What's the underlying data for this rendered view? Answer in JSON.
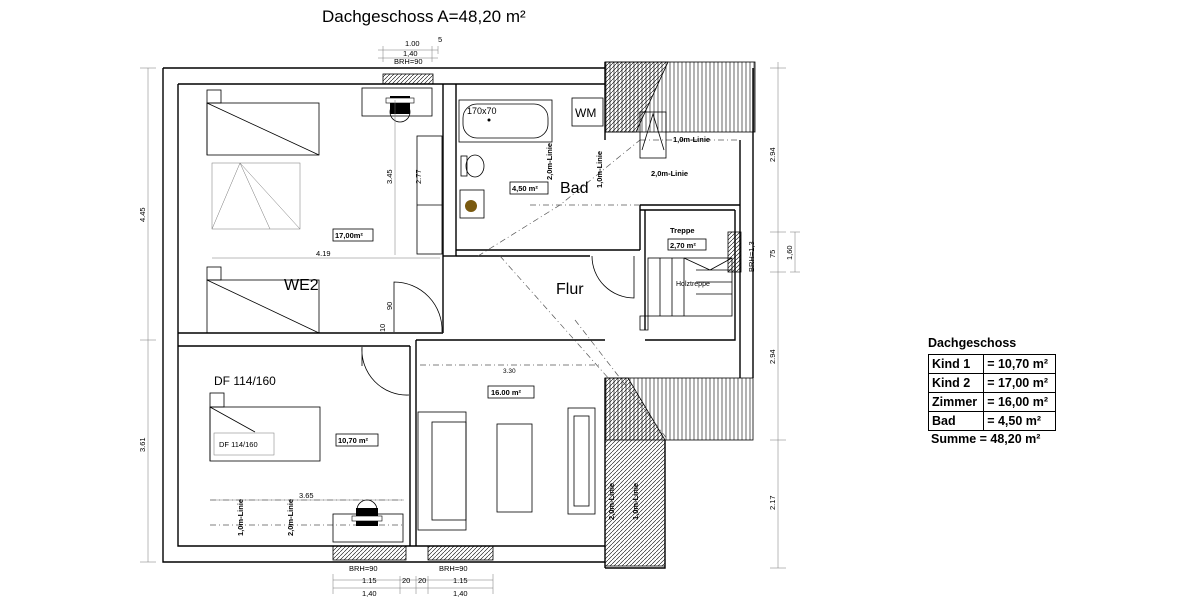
{
  "title": "Dachgeschoss A=48,20 m²",
  "rooms": {
    "we2_label": "WE2",
    "we2_area": "17,00m²",
    "bad_label": "Bad",
    "bad_area": "4,50 m²",
    "flur_label": "Flur",
    "treppe_label": "Treppe",
    "treppe_area": "2,70 m²",
    "holztreppe": "Holztreppe",
    "kind1_label": "DF 114/160",
    "kind1_area": "10,70 m²",
    "zimmer_area": "16.00 m²",
    "wm": "WM",
    "tub": "170x70",
    "bed_label": "DF 114/160"
  },
  "dims": {
    "top_100": "1.00",
    "top_5": "5",
    "top_140": "1,40",
    "top_brh": "BRH=90",
    "bottom_brh_left": "BRH=90",
    "bottom_brh_right": "BRH=90",
    "bottom_115_left": "1.15",
    "bottom_20_a": "20",
    "bottom_20_b": "20",
    "bottom_115_right": "1.15",
    "bottom_140_left": "1,40",
    "bottom_140_right": "1,40",
    "left_445": "4.45",
    "left_361": "3.61",
    "right_294_top": "2.94",
    "right_75": "75",
    "right_160": "1,60",
    "right_294_bottom": "2.94",
    "right_217": "2.17",
    "brh_13": "BRH=1,3",
    "we2_345": "3.45",
    "we2_277": "2.77",
    "we2_419": "4.19",
    "we2_90": "90",
    "we2_10": "10",
    "kind_365": "3.65",
    "zimmer_330": "3.30"
  },
  "lines": {
    "l10_top": "1,0m-Linie",
    "l20_top": "2,0m-Linie",
    "l20_bad": "2,0m-Linie",
    "l10_bad": "1,0m-Linie",
    "l10_kind": "1,0m-Linie",
    "l20_kind": "2,0m-Linie",
    "l20_right": "2,0m-Linie",
    "l10_right": "1,0m-Linie"
  },
  "legend": {
    "title": "Dachgeschoss",
    "rows": [
      {
        "name": "Kind 1",
        "value": "= 10,70 m²"
      },
      {
        "name": "Kind 2",
        "value": "= 17,00 m²"
      },
      {
        "name": "Zimmer",
        "value": "= 16,00 m²"
      },
      {
        "name": "Bad",
        "value": "= 4,50 m²"
      }
    ],
    "sum": "Summe = 48,20 m²"
  }
}
